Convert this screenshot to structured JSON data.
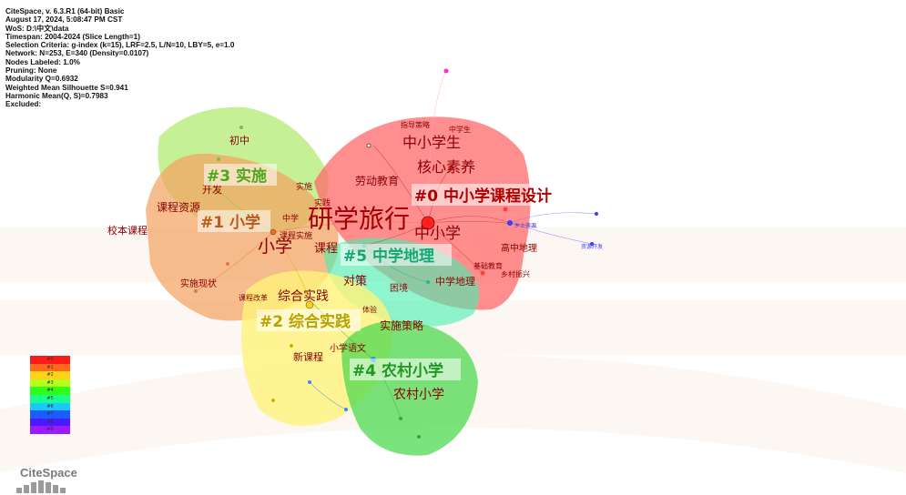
{
  "info": {
    "lines": [
      "CiteSpace, v. 6.3.R1 (64-bit) Basic",
      "August 17, 2024, 5:08:47 PM CST",
      "WoS: D:\\中文\\data",
      "Timespan: 2004-2024 (Slice Length=1)",
      "Selection Criteria: g-index (k=15), LRF=2.5, L/N=10, LBY=5, e=1.0",
      "Network: N=253, E=340 (Density=0.0107)",
      "Nodes Labeled: 1.0%",
      "Pruning: None",
      "Modularity Q=0.6932",
      "Weighted Mean Silhouette S=0.941",
      "Harmonic Mean(Q, S)=0.7983",
      "Excluded:"
    ]
  },
  "clusters": [
    {
      "id": "#0",
      "label": "#0 中小学课程设计",
      "color": "#ff4d4d"
    },
    {
      "id": "#1",
      "label": "#1 小学",
      "color": "#f5a259"
    },
    {
      "id": "#2",
      "label": "#2 综合实践",
      "color": "#ffe45c"
    },
    {
      "id": "#3",
      "label": "#3 实施",
      "color": "#a6e35a"
    },
    {
      "id": "#4",
      "label": "#4 农村小学",
      "color": "#33cc33"
    },
    {
      "id": "#5",
      "label": "#5 中学地理",
      "color": "#2ee8a8"
    }
  ],
  "keywords": [
    "研学旅行",
    "中小学生",
    "核心素养",
    "劳动教育",
    "中小学",
    "小学",
    "课程",
    "中学地理",
    "高中地理",
    "乡村振兴",
    "基础教育",
    "困境",
    "对策",
    "综合实践",
    "实施策略",
    "小学语文",
    "新课程",
    "农村小学",
    "课程资源",
    "校本课程",
    "初中",
    "开发",
    "实施",
    "实践",
    "实施现状",
    "课程改革",
    "课程实施",
    "中学",
    "指导策略",
    "中学生",
    "乡土资源",
    "资源开发",
    "体验"
  ],
  "legend": [
    "#0",
    "#1",
    "#2",
    "#3",
    "#4",
    "#5",
    "#6",
    "#7",
    "#8",
    "#9"
  ],
  "legend_colors": [
    "#ff1a1a",
    "#ff6a1a",
    "#ffd21a",
    "#b7ff1a",
    "#2eff1a",
    "#1aff8c",
    "#1ac8ff",
    "#1a5cff",
    "#4a1aff",
    "#9b1aff"
  ],
  "logo": "CiteSpace"
}
